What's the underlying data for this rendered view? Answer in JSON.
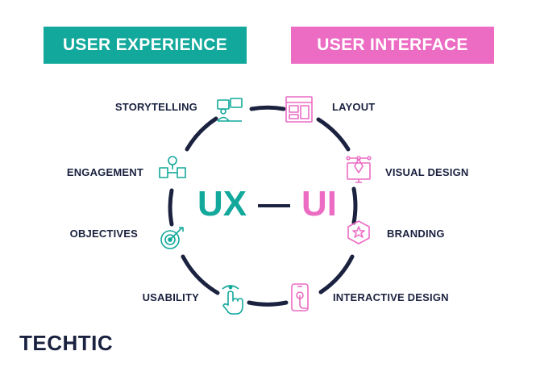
{
  "colors": {
    "ux": "#12a89b",
    "ui": "#ec6cc4",
    "navy": "#1b2240"
  },
  "banners": {
    "ux": "USER EXPERIENCE",
    "ui": "USER INTERFACE"
  },
  "center": {
    "ux": "UX",
    "ui": "UI"
  },
  "ux_items": [
    "STORYTELLING",
    "ENGAGEMENT",
    "OBJECTIVES",
    "USABILITY"
  ],
  "ui_items": [
    "LAYOUT",
    "VISUAL DESIGN",
    "BRANDING",
    "INTERACTIVE DESIGN"
  ],
  "logo": "TECHTIC"
}
